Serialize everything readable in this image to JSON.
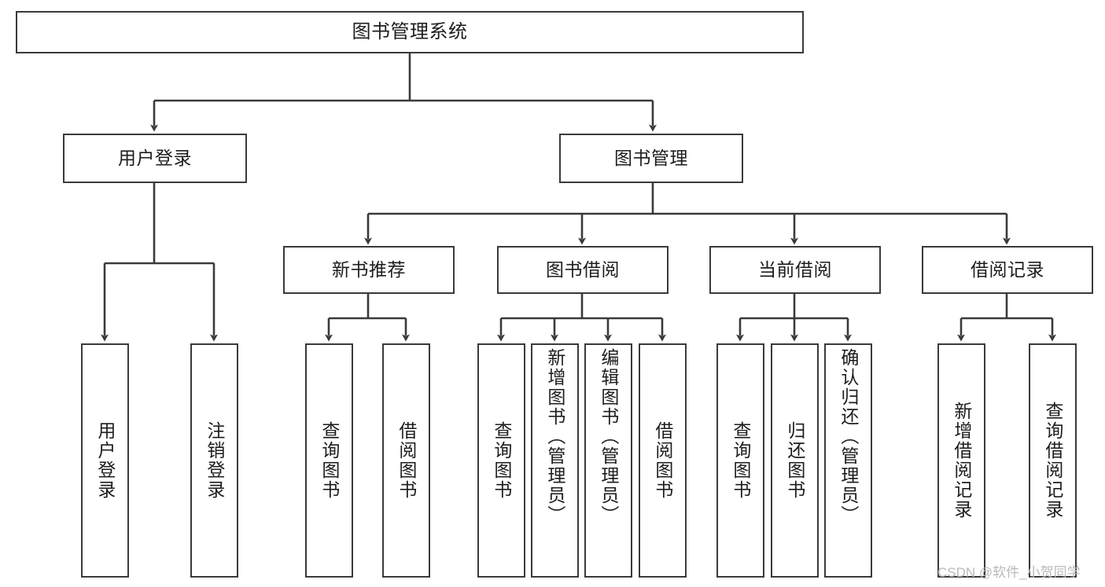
{
  "diagram": {
    "type": "tree-hierarchy-chart",
    "title": "图书管理系统",
    "root": {
      "label": "图书管理系统"
    },
    "level2": [
      {
        "label": "用户登录"
      },
      {
        "label": "图书管理"
      }
    ],
    "level3": [
      {
        "label": "新书推荐"
      },
      {
        "label": "图书借阅"
      },
      {
        "label": "当前借阅"
      },
      {
        "label": "借阅记录"
      }
    ],
    "leaves": {
      "user_login": [
        {
          "label": "用户登录"
        },
        {
          "label": "注销登录"
        }
      ],
      "new_book_recommend": [
        {
          "label": "查询图书"
        },
        {
          "label": "借阅图书"
        }
      ],
      "book_borrow": [
        {
          "label": "查询图书"
        },
        {
          "label": "新增图书（管理员）"
        },
        {
          "label": "编辑图书（管理员）"
        },
        {
          "label": "借阅图书"
        }
      ],
      "current_borrow": [
        {
          "label": "查询图书"
        },
        {
          "label": "归还图书"
        },
        {
          "label": "确认归还（管理员）"
        }
      ],
      "borrow_record": [
        {
          "label": "新增借阅记录"
        },
        {
          "label": "查询借阅记录"
        }
      ]
    }
  },
  "watermark": {
    "text": "CSDN @软件_小贺同学"
  },
  "colors": {
    "box_border": "#3a3a3a",
    "edge": "#3a3a3a",
    "text": "#1d1d1d",
    "background": "#ffffff",
    "watermark": "#b9b9b9"
  }
}
